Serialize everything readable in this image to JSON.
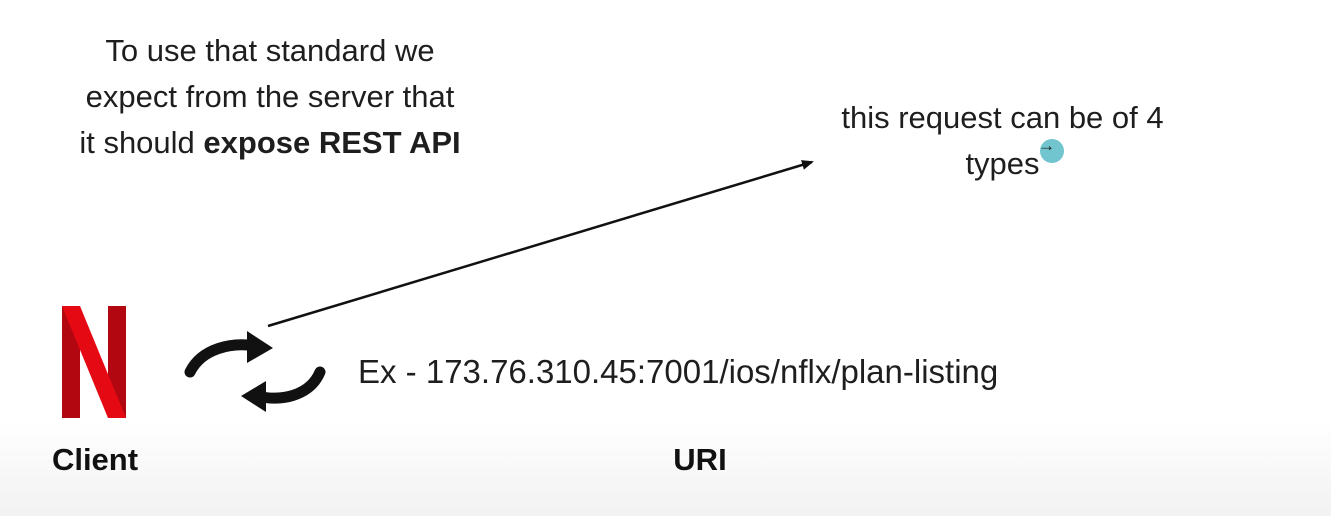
{
  "intro": {
    "line1": "To use that standard we",
    "line2": "expect from the server that",
    "line3_prefix": "it should ",
    "line3_bold": "expose REST API"
  },
  "request_note": {
    "line1": "this request can be of 4",
    "line2": "types"
  },
  "cursor_glyph": "→",
  "client": {
    "logo_icon": "netflix-n-logo",
    "logo_color": "#b20710",
    "label": "Client"
  },
  "example_uri": "Ex - 173.76.310.45:7001/ios/nflx/plan-listing",
  "uri_label": "URI",
  "arrow_icons": [
    "request-arrow-icon",
    "response-arrow-icon",
    "pointer-arrow-icon"
  ]
}
